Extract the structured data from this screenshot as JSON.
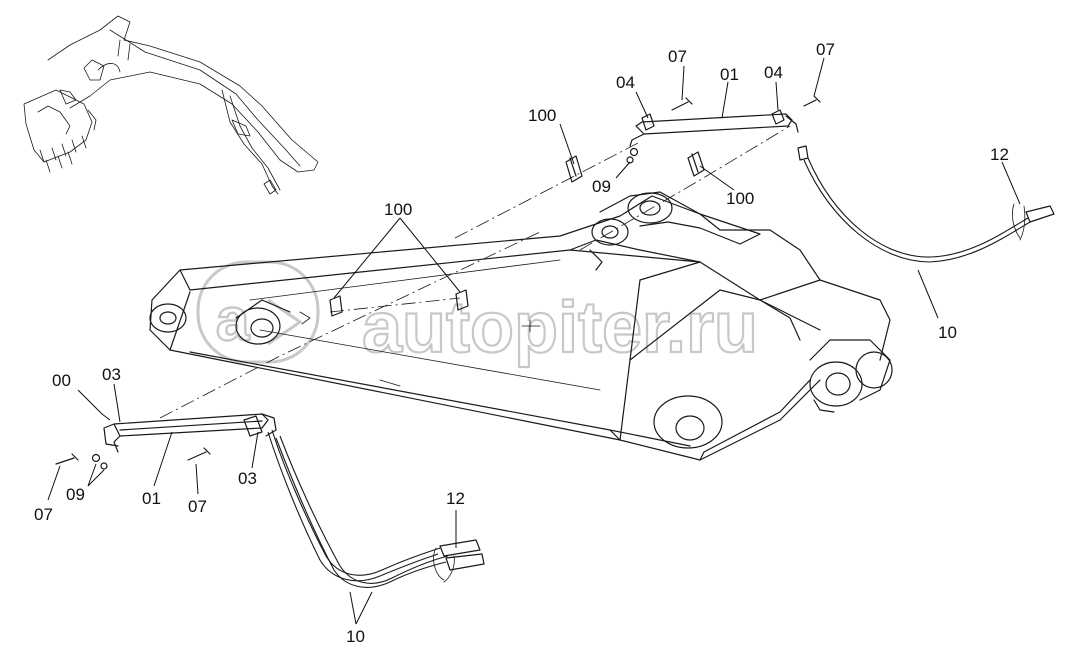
{
  "diagram": {
    "callouts": {
      "c100_top": "100",
      "c07_top_left": "07",
      "c04_top_left": "04",
      "c01_top": "01",
      "c04_top_right": "04",
      "c07_top_right": "07",
      "c09_top": "09",
      "c100_top_right": "100",
      "c12_right": "12",
      "c10_right": "10",
      "c100_mid": "100",
      "c00": "00",
      "c03_left": "03",
      "c09_bottom": "09",
      "c07_bottom_left": "07",
      "c01_bottom": "01",
      "c07_bottom_mid": "07",
      "c03_right": "03",
      "c12_bottom": "12",
      "c10_bottom": "10"
    },
    "watermark": {
      "logo_letter": "a",
      "text": "autopiter.ru"
    }
  }
}
